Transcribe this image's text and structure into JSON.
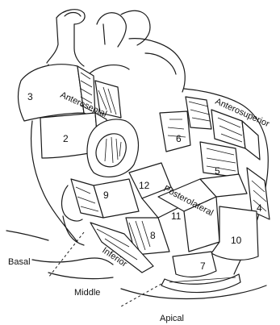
{
  "segments": {
    "s2": "2",
    "s3": "3",
    "s4": "4",
    "s5": "5",
    "s6": "6",
    "s7": "7",
    "s8": "8",
    "s9": "9",
    "s10": "10",
    "s11": "11",
    "s12": "12"
  },
  "regions": {
    "anteroseptal": "Anteroseptal",
    "anterosuperior": "Anterosuperior",
    "posterolateral": "Posterolateral",
    "inferior": "Inferior"
  },
  "levels": {
    "basal": "Basal",
    "middle": "Middle",
    "apical": "Apical"
  }
}
